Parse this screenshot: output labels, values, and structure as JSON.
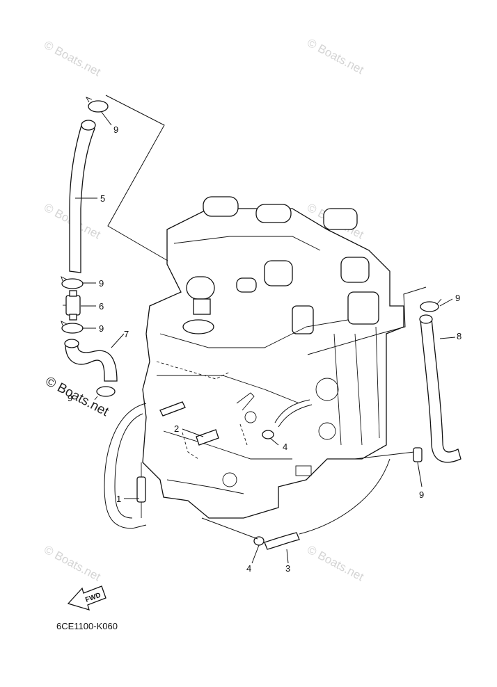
{
  "watermark": "© Boats.net",
  "diagram_code": "6CE1100-K060",
  "fwd_label": "FWD",
  "callouts": [
    "9",
    "5",
    "9",
    "6",
    "9",
    "7",
    "9",
    "2",
    "4",
    "1",
    "9",
    "8",
    "9",
    "4",
    "3"
  ]
}
